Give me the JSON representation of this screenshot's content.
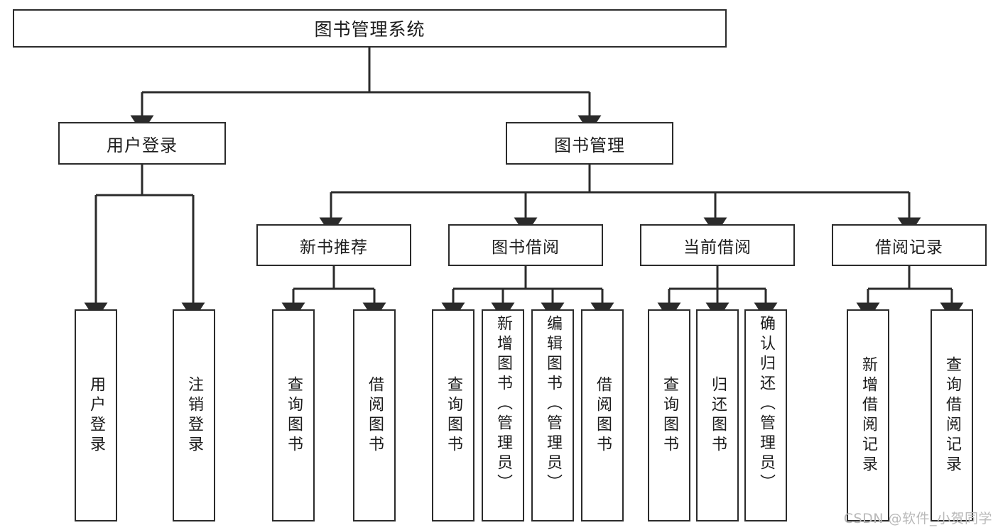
{
  "diagram": {
    "title_node": {
      "label": "图书管理系统"
    },
    "level2": [
      {
        "id": "user-login",
        "label": "用户登录"
      },
      {
        "id": "book-management",
        "label": "图书管理"
      }
    ],
    "level3": [
      {
        "id": "new-book-recommendation",
        "label": "新书推荐"
      },
      {
        "id": "book-borrow",
        "label": "图书借阅"
      },
      {
        "id": "current-borrow",
        "label": "当前借阅"
      },
      {
        "id": "borrow-record",
        "label": "借阅记录"
      }
    ],
    "leaves": [
      {
        "id": "leaf-user-login",
        "label": "用户登录",
        "parent": "user-login"
      },
      {
        "id": "leaf-logout",
        "label": "注销登录",
        "parent": "user-login"
      },
      {
        "id": "leaf-query-book-1",
        "label": "查询图书",
        "parent": "new-book-recommendation"
      },
      {
        "id": "leaf-borrow-book-1",
        "label": "借阅图书",
        "parent": "new-book-recommendation"
      },
      {
        "id": "leaf-query-book-2",
        "label": "查询图书",
        "parent": "book-borrow"
      },
      {
        "id": "leaf-add-book",
        "label": "新增图书（管理员）",
        "parent": "book-borrow"
      },
      {
        "id": "leaf-edit-book",
        "label": "编辑图书（管理员）",
        "parent": "book-borrow"
      },
      {
        "id": "leaf-borrow-book-2",
        "label": "借阅图书",
        "parent": "book-borrow"
      },
      {
        "id": "leaf-query-book-3",
        "label": "查询图书",
        "parent": "current-borrow"
      },
      {
        "id": "leaf-return-book",
        "label": "归还图书",
        "parent": "current-borrow"
      },
      {
        "id": "leaf-confirm-return",
        "label": "确认归还（管理员）",
        "parent": "current-borrow"
      },
      {
        "id": "leaf-add-record",
        "label": "新增借阅记录",
        "parent": "borrow-record"
      },
      {
        "id": "leaf-query-record",
        "label": "查询借阅记录",
        "parent": "borrow-record"
      }
    ],
    "watermark": "CSDN @软件_小贺同学",
    "colors": {
      "stroke": "#2b2b2b",
      "fill": "#ffffff",
      "text": "#1c1c1c",
      "watermark": "#b9b9b9"
    }
  }
}
